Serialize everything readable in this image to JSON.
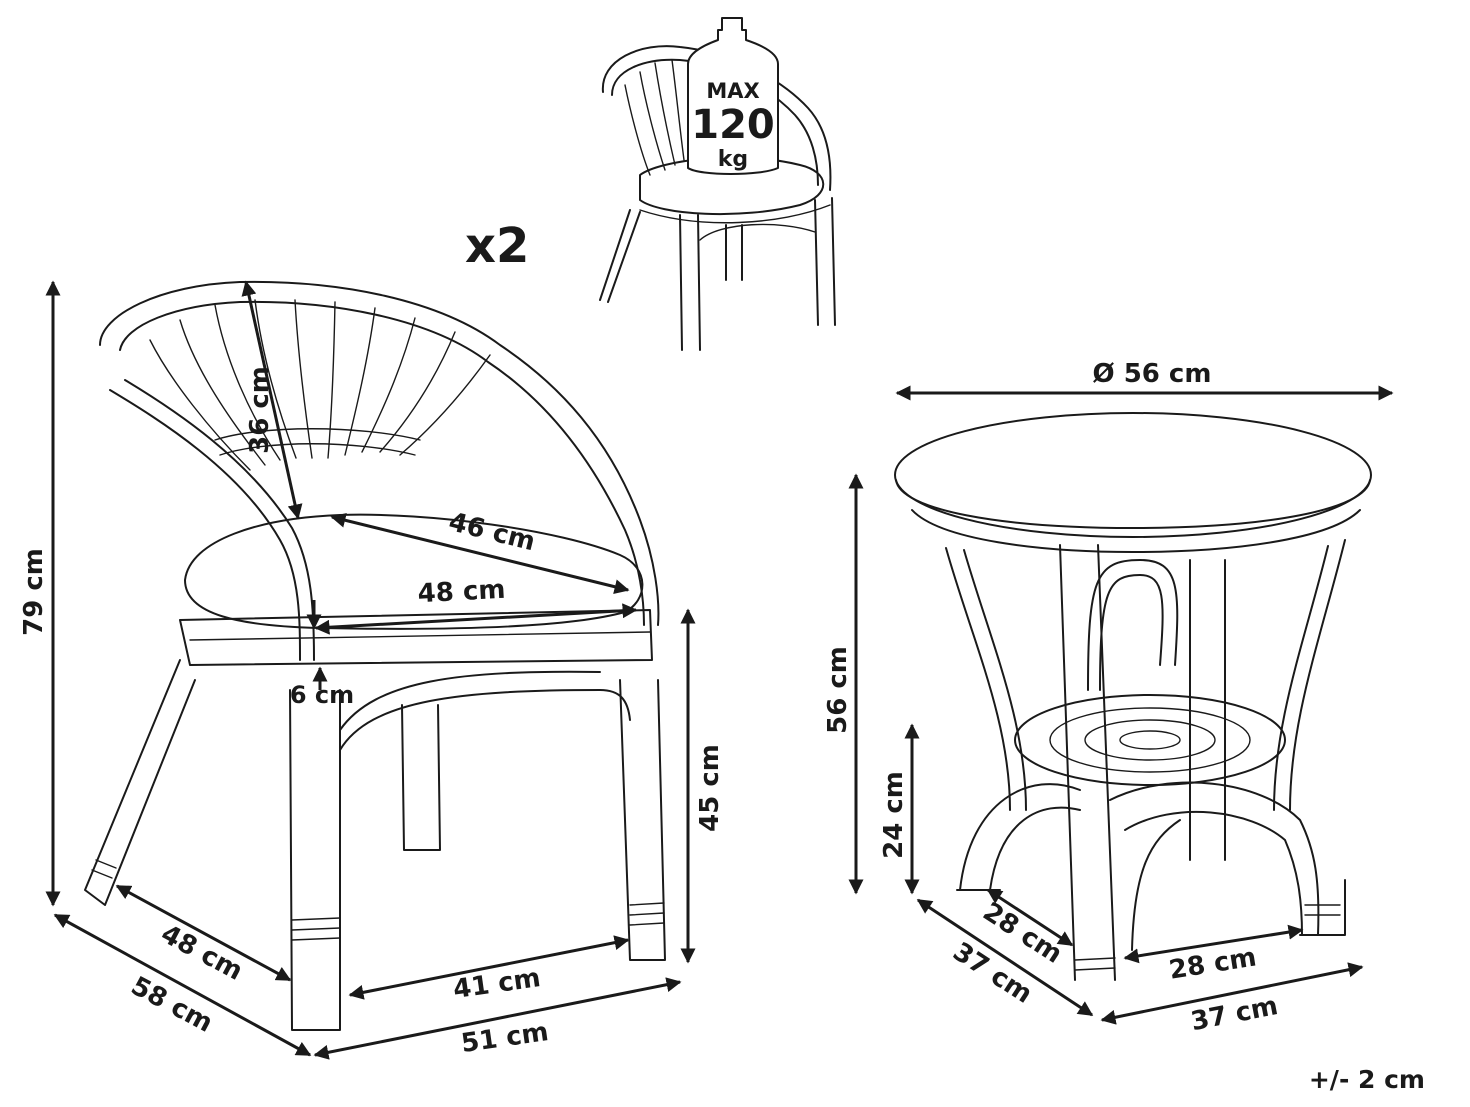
{
  "multiplier": "x2",
  "weight_badge": {
    "line1": "MAX",
    "line2": "120",
    "line3": "kg"
  },
  "chair": {
    "height_total": "79 cm",
    "backrest_height": "36 cm",
    "seat_depth": "46 cm",
    "seat_width": "48 cm",
    "cushion_thickness": "6 cm",
    "seat_height": "45 cm",
    "base_depth": "48 cm",
    "total_depth": "58 cm",
    "base_width": "41 cm",
    "total_width": "51 cm"
  },
  "table": {
    "diameter": "Ø 56 cm",
    "height": "56 cm",
    "shelf_height": "24 cm",
    "inner_depth": "28 cm",
    "outer_depth": "37 cm",
    "inner_width": "28 cm",
    "outer_width": "37 cm"
  },
  "tolerance": "+/- 2 cm"
}
